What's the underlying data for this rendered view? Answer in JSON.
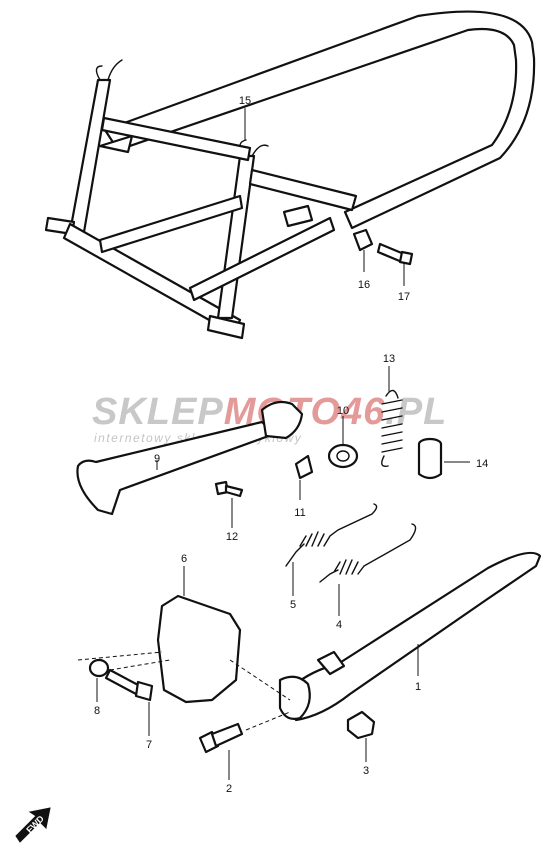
{
  "watermark": {
    "brand_part1": "SKLEP",
    "brand_part2": "MOTO46",
    "brand_part3": ".PL",
    "tagline": "internetowy sklep motocyklowy"
  },
  "callouts": [
    "15",
    "16",
    "17",
    "13",
    "10",
    "9",
    "14",
    "11",
    "12",
    "6",
    "5",
    "4",
    "1",
    "8",
    "7",
    "3",
    "2"
  ],
  "fwd_label": "FWD"
}
